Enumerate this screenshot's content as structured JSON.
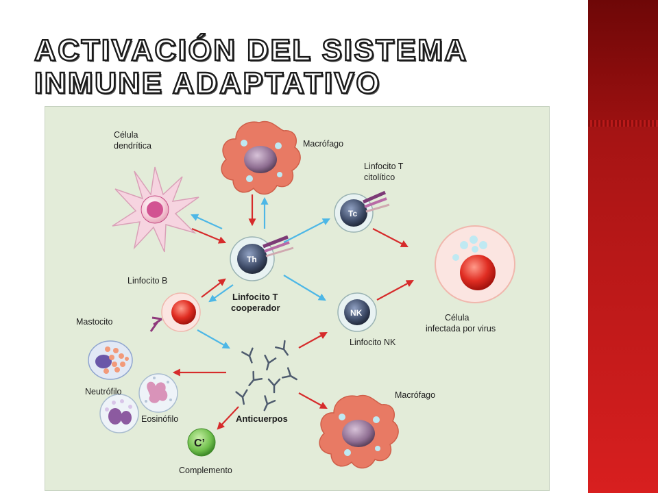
{
  "slide": {
    "title": "Activación del sistema inmune adaptativo"
  },
  "diagram": {
    "labels": {
      "dendritic_cell": [
        "Célula",
        "dendrítica"
      ],
      "macrophage_top": "Macrófago",
      "cytotoxic_t": [
        "Linfocito T",
        "citolítico"
      ],
      "helper_t": [
        "Linfocito T",
        "cooperador"
      ],
      "b_cell": "Linfocito B",
      "mast_cell": "Mastocito",
      "neutrophil": "Neutrófilo",
      "eosinophil": "Eosinófilo",
      "infected_cell": [
        "Célula",
        "infectada por virus"
      ],
      "nk_cell": "Linfocito NK",
      "macrophage_bottom": "Macrófago",
      "antibodies": "Anticuerpos",
      "complement": "Complemento"
    },
    "cell_marks": {
      "helper_t": "Th",
      "cytotoxic_t": "Tc",
      "nk_cell": "NK",
      "complement": "C’"
    },
    "colors": {
      "panel_bg": "#e3ecd9",
      "red_arrow": "#d62b2b",
      "blue_arrow": "#4db7e6",
      "macrophage": "#e87a64",
      "nucleus_purple": "#8f6e92",
      "t_cell": "#3d4a66",
      "complement_green": "#6fbf4b"
    }
  }
}
